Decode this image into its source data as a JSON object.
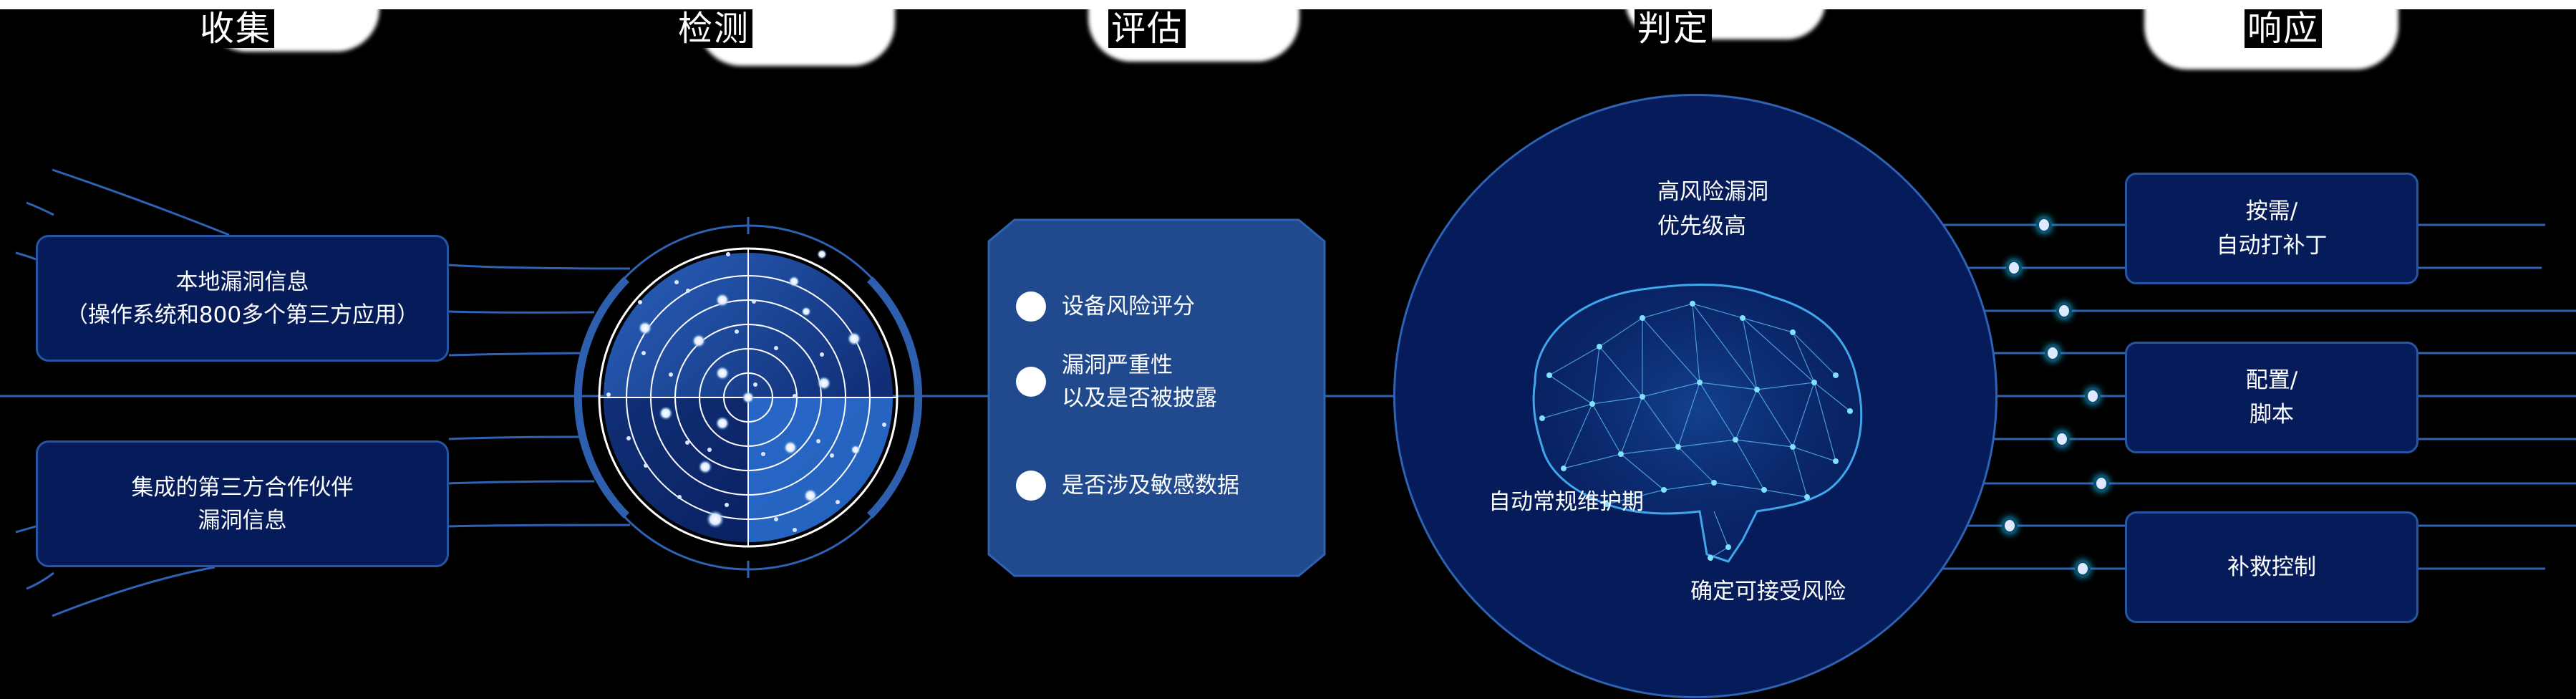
{
  "stages": [
    {
      "id": "collect",
      "heading": "收集"
    },
    {
      "id": "detect",
      "heading": "检测"
    },
    {
      "id": "assess",
      "heading": "评估"
    },
    {
      "id": "decide",
      "heading": "判定"
    },
    {
      "id": "respond",
      "heading": "响应"
    }
  ],
  "collect": {
    "sources": [
      {
        "line1": "本地漏洞信息",
        "line2": "（操作系统和800多个第三方应用）"
      },
      {
        "line1": "集成的第三方合作伙伴",
        "line2": "漏洞信息"
      }
    ]
  },
  "detect": {
    "icon": "radar-icon"
  },
  "assess": {
    "items": [
      {
        "line1": "设备风险评分",
        "line2": ""
      },
      {
        "line1": "漏洞严重性",
        "line2": "以及是否被披露"
      },
      {
        "line1": "是否涉及敏感数据",
        "line2": ""
      }
    ]
  },
  "decide": {
    "icon": "brain-network-icon",
    "labels": [
      {
        "line1": "高风险漏洞",
        "line2": "优先级高"
      },
      {
        "line1": "自动常规维护期",
        "line2": ""
      },
      {
        "line1": "确定可接受风险",
        "line2": ""
      }
    ]
  },
  "respond": {
    "actions": [
      {
        "line1": "按需/",
        "line2": "自动打补丁"
      },
      {
        "line1": "配置/",
        "line2": "脚本"
      },
      {
        "line1": "补救控制",
        "line2": ""
      }
    ]
  },
  "colors": {
    "background": "#000000",
    "box_fill": "#061c5a",
    "panel_fill": "#21498e",
    "line": "#2e62b4",
    "radar_light": "#2a6ed0",
    "radar_dark": "#07205f",
    "text": "#ffffff"
  }
}
